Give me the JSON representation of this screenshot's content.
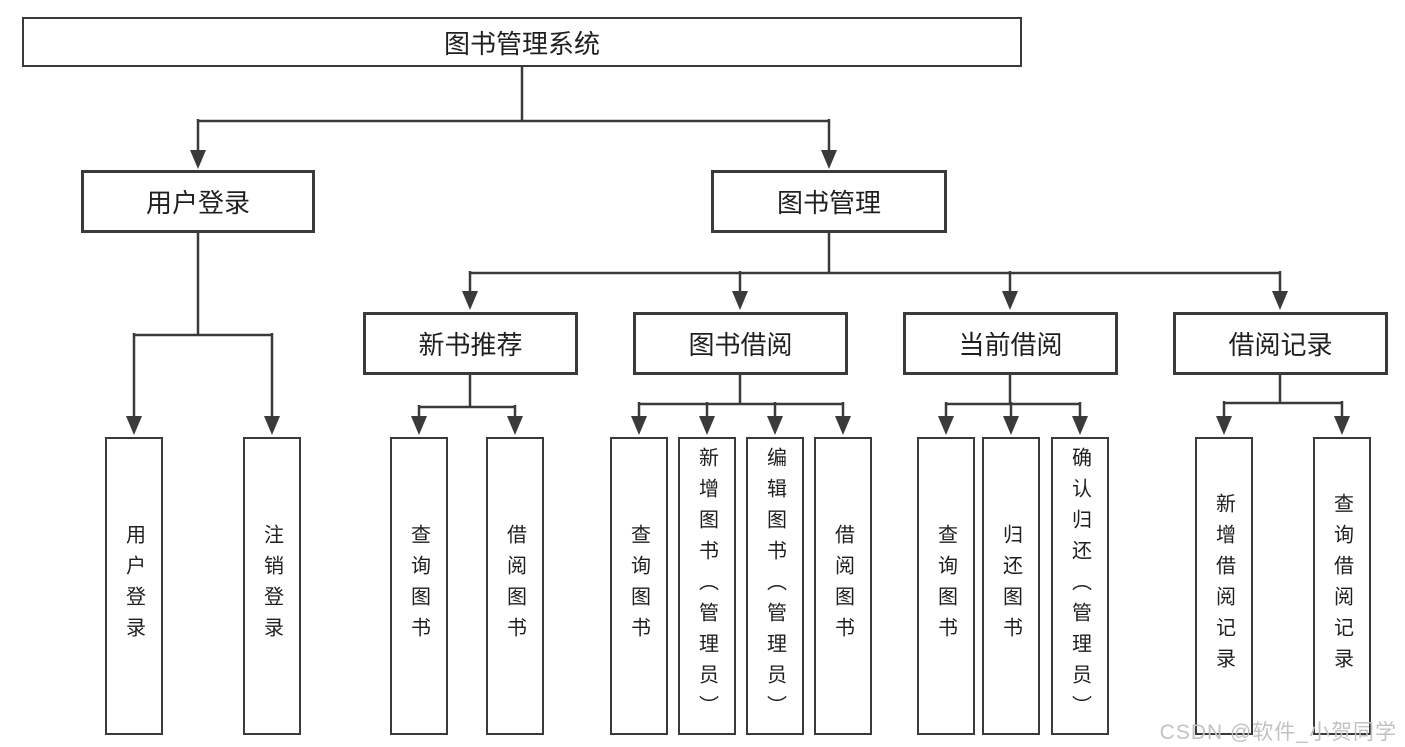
{
  "diagram": {
    "root": {
      "label": "图书管理系统"
    },
    "level2": [
      {
        "id": "user-login",
        "label": "用户登录"
      },
      {
        "id": "book-management",
        "label": "图书管理"
      }
    ],
    "level3": [
      {
        "id": "new-book-recommend",
        "label": "新书推荐",
        "parent": "book-management"
      },
      {
        "id": "book-borrowing",
        "label": "图书借阅",
        "parent": "book-management"
      },
      {
        "id": "current-borrowing",
        "label": "当前借阅",
        "parent": "book-management"
      },
      {
        "id": "borrowing-records",
        "label": "借阅记录",
        "parent": "book-management"
      }
    ],
    "level4": [
      {
        "id": "user-login-action",
        "label": "用户登录",
        "parent": "user-login"
      },
      {
        "id": "logout",
        "label": "注销登录",
        "parent": "user-login"
      },
      {
        "id": "query-books-recommend",
        "label": "查询图书",
        "parent": "new-book-recommend"
      },
      {
        "id": "borrow-books-recommend",
        "label": "借阅图书",
        "parent": "new-book-recommend"
      },
      {
        "id": "query-books-borrowing",
        "label": "查询图书",
        "parent": "book-borrowing"
      },
      {
        "id": "add-books-admin",
        "label": "新增图书（管理员）",
        "parent": "book-borrowing"
      },
      {
        "id": "edit-books-admin",
        "label": "编辑图书（管理员）",
        "parent": "book-borrowing"
      },
      {
        "id": "borrow-books-borrowing",
        "label": "借阅图书",
        "parent": "book-borrowing"
      },
      {
        "id": "query-books-current",
        "label": "查询图书",
        "parent": "current-borrowing"
      },
      {
        "id": "return-books",
        "label": "归还图书",
        "parent": "current-borrowing"
      },
      {
        "id": "confirm-return-admin",
        "label": "确认归还（管理员）",
        "parent": "current-borrowing"
      },
      {
        "id": "add-borrow-record",
        "label": "新增借阅记录",
        "parent": "borrowing-records"
      },
      {
        "id": "query-borrow-record",
        "label": "查询借阅记录",
        "parent": "borrowing-records"
      }
    ]
  },
  "watermark": {
    "text": "CSDN @软件_小贺同学",
    "color": "#c2c2c2"
  },
  "colors": {
    "line": "#3a3a3a",
    "box_border": "#3a3a3a",
    "box_fill": "#ffffff",
    "text": "#1f1f1f",
    "background": "#ffffff"
  }
}
